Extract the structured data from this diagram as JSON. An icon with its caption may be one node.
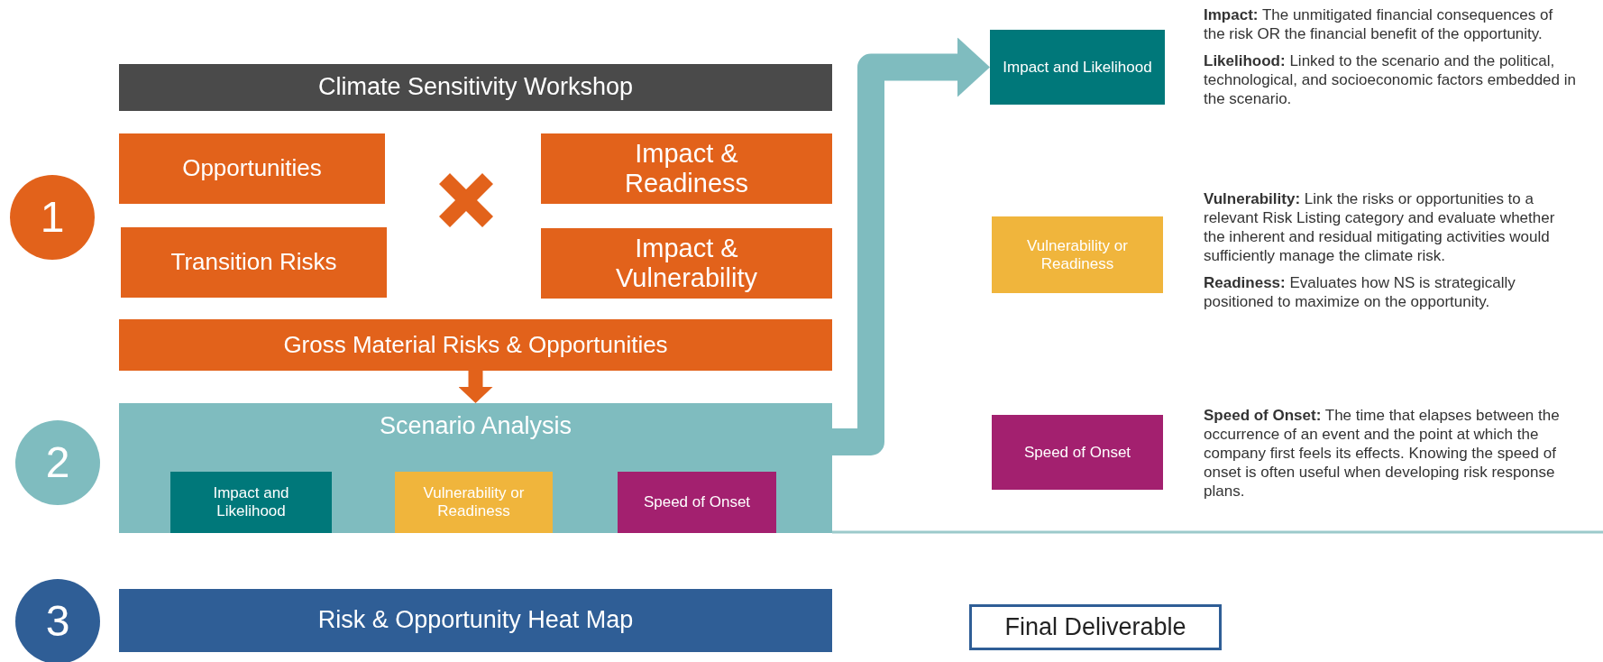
{
  "diagram": {
    "nodes": [
      {
        "text": [
          "1"
        ]
      },
      {
        "text": [
          "Climate Sensitivity Workshop"
        ]
      },
      {
        "text": [
          "Opportunities"
        ]
      },
      {
        "text": [
          "Transition Risks"
        ]
      },
      {
        "text": [
          "Impact & Readiness"
        ]
      },
      {
        "text": [
          "Impact & Vulnerability"
        ]
      },
      {
        "text": [
          "Gross Material Risks & Opportunities"
        ]
      },
      {
        "text": [
          "2"
        ]
      },
      {
        "text": [
          "Scenario Analysis"
        ]
      },
      {
        "text": [
          "Impact and Likelihood"
        ],
        "in": 8
      },
      {
        "text": [
          "Vulnerability or Readiness"
        ],
        "in": 8
      },
      {
        "text": [
          "Speed of Onset"
        ],
        "in": 8
      },
      {
        "text": [
          "Impact and Likelihood"
        ],
        "beside": [
          "**Impact:** The unmitigated financial consequences of the risk OR the financial benefit of the opportunity.",
          "**Likelihood:** Linked to the scenario and the political, technological, and socioeconomic factors embedded in the scenario."
        ]
      },
      {
        "text": [
          "Vulnerability or Readiness"
        ],
        "beside": [
          "**Vulnerability:** Link the risks or opportunities to a relevant Risk Listing category and evaluate whether the inherent and residual mitigating activities would sufficiently manage the climate risk.",
          "**Readiness:** Evaluates how NS is strategically positioned to maximize on the opportunity."
        ]
      },
      {
        "text": [
          "Speed of Onset"
        ],
        "beside": [
          "**Speed of Onset:** The time that elapses between the occurrence of an event and the point at which the company first feels its effects. Knowing the speed of onset is often useful when developing risk response plans."
        ]
      },
      {
        "text": [
          "3"
        ]
      },
      {
        "text": [
          "Risk & Opportunity Heat Map"
        ]
      },
      {
        "text": [
          "Final Deliverable"
        ]
      }
    ],
    "edges": [
      {
        "from": 6,
        "to": 8,
        "arrow": "to",
        "color": "#e2621b"
      },
      {
        "from": 8,
        "to": 12,
        "arrow": "to",
        "style": "thick",
        "color": "#7fbcbf"
      }
    ]
  }
}
